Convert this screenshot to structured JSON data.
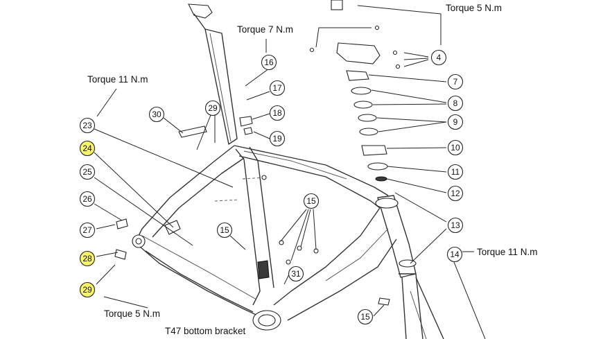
{
  "torque_labels": {
    "stem": "Torque 5 N.m",
    "seatpost": "Torque 7 N.m",
    "frame_left": "Torque 11 N.m",
    "fork": "Torque 11 N.m",
    "bottom_left": "Torque 5 N.m"
  },
  "bottom_bracket_label": "T47 bottom bracket",
  "callouts": {
    "c4": "4",
    "c7": "7",
    "c8": "8",
    "c9": "9",
    "c10": "10",
    "c11": "11",
    "c12": "12",
    "c13": "13",
    "c14": "14",
    "c15a": "15",
    "c15b": "15",
    "c15c": "15",
    "c16": "16",
    "c17": "17",
    "c18": "18",
    "c19": "19",
    "c23": "23",
    "c24": "24",
    "c25": "25",
    "c26": "26",
    "c27": "27",
    "c28": "28",
    "c29a": "29",
    "c29b": "29",
    "c30": "30",
    "c31": "31"
  },
  "colors": {
    "highlight": "#f7f36a",
    "line": "#222222"
  }
}
